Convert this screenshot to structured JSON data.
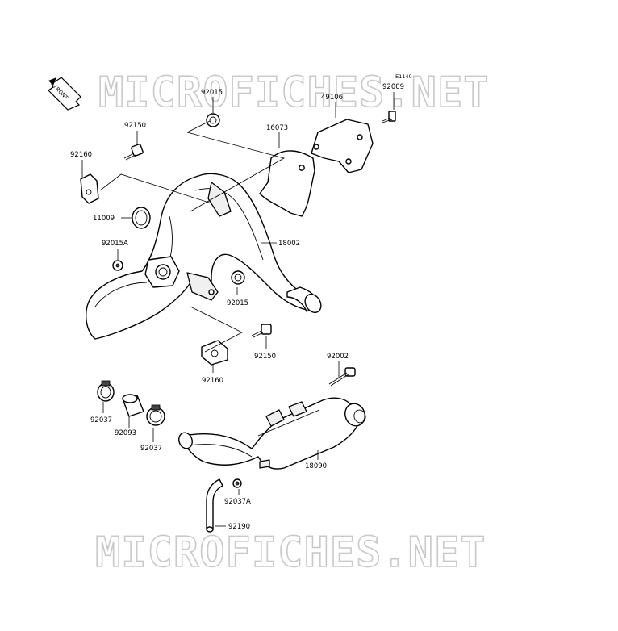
{
  "watermark": {
    "top": "MICROFICHES.NET",
    "bottom": "MICROFICHES.NET"
  },
  "front_indicator": "FRONT",
  "diagram_code": "E1140",
  "callouts": {
    "p92015_top": "92015",
    "p92150_top": "92150",
    "p92160_top": "92160",
    "p11009": "11009",
    "p92015a": "92015A",
    "p18002": "18002",
    "p92015_mid": "92015",
    "p16073": "16073",
    "p49106": "49106",
    "p92009": "92009",
    "p92150_mid": "92150",
    "p92160_mid": "92160",
    "p92002": "92002",
    "p92037_left": "92037",
    "p92093": "92093",
    "p92037_right": "92037",
    "p18090": "18090",
    "p92037a": "92037A",
    "p92190": "92190"
  }
}
